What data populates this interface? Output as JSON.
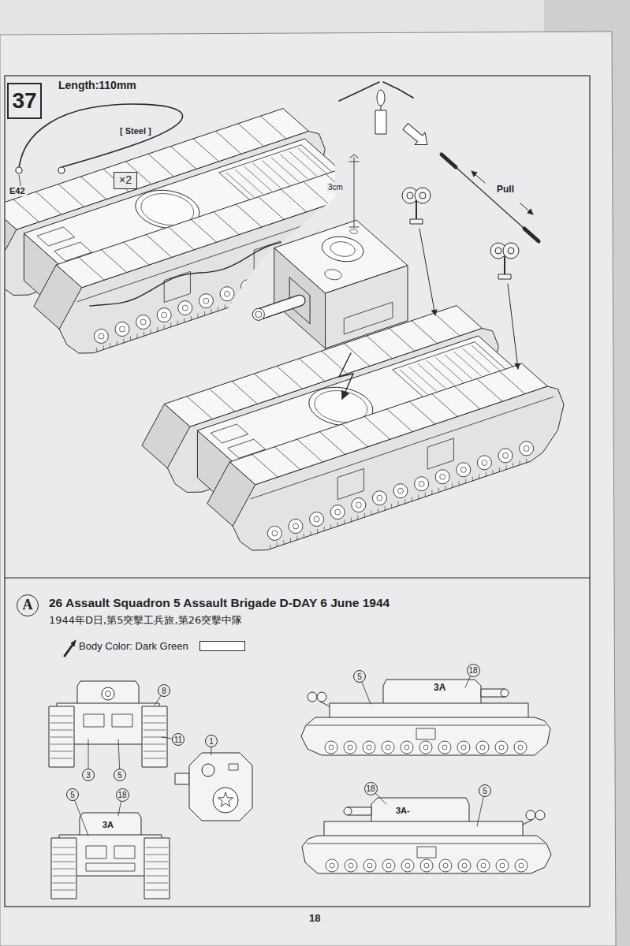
{
  "diagram": {
    "nodes": [
      {
        "text": [
          "37"
        ]
      },
      {
        "text": [
          "×2"
        ]
      },
      {
        "text": [
          "A"
        ]
      },
      {
        "text": [
          "8"
        ]
      },
      {
        "text": [
          "11"
        ]
      },
      {
        "text": [
          "3"
        ]
      },
      {
        "text": [
          "5"
        ]
      },
      {
        "text": [
          "1"
        ]
      },
      {
        "text": [
          "5"
        ]
      },
      {
        "text": [
          "18"
        ]
      },
      {
        "text": [
          "5"
        ]
      },
      {
        "text": [
          "18"
        ]
      },
      {
        "text": [
          "18"
        ]
      },
      {
        "text": [
          "5"
        ]
      }
    ],
    "labels": [
      "Length:110mm",
      "[ Steel ]",
      "E42",
      "3cm",
      "Pull",
      "26 Assault Squadron 5 Assault Brigade D-DAY 6 June 1944",
      "1944年D日,第5突擊工兵旅,第26突擊中隊",
      "3A",
      "3A",
      "3A-",
      "18"
    ],
    "legend": [
      {
        "text": "Body Color: Dark Green",
        "color": "#ffffff"
      }
    ]
  }
}
